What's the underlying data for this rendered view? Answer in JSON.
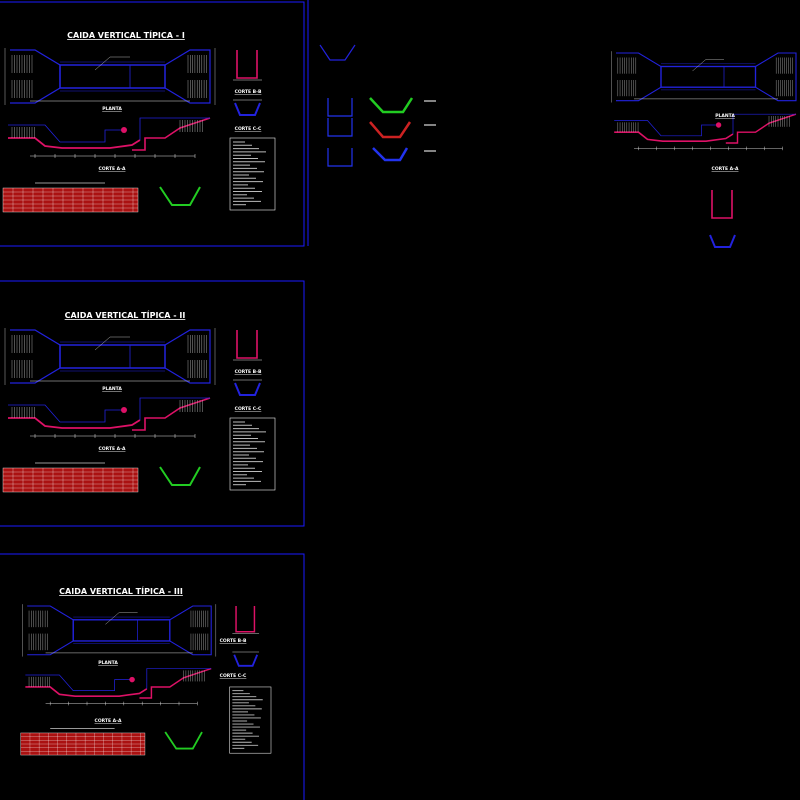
{
  "sheets": [
    {
      "title": "CAIDA VERTICAL TÍPICA - I",
      "plan_label": "PLANTA",
      "section_label": "CORTE A-A",
      "detail_b_label": "CORTE B-B",
      "detail_c_label": "CORTE C-C"
    },
    {
      "title": "CAIDA VERTICAL TÍPICA - II",
      "plan_label": "PLANTA",
      "section_label": "CORTE A-A",
      "detail_b_label": "CORTE B-B",
      "detail_c_label": "CORTE C-C"
    },
    {
      "title": "CAIDA VERTICAL TÍPICA - III",
      "plan_label": "PLANTA",
      "section_label": "CORTE A-A",
      "detail_b_label": "CORTE B-B",
      "detail_c_label": "CORTE C-C"
    }
  ],
  "extra_drawing": {
    "plan_label": "PLANTA",
    "section_label": "CORTE A-A"
  },
  "colors": {
    "background": "#000000",
    "frame": "#1a1aff",
    "structure": "#2222dd",
    "concrete": "#dd1166",
    "table": "#aa1111",
    "green_section": "#22cc22",
    "red_section": "#cc2222",
    "blue_section": "#2233ee",
    "text": "#ffffff"
  }
}
